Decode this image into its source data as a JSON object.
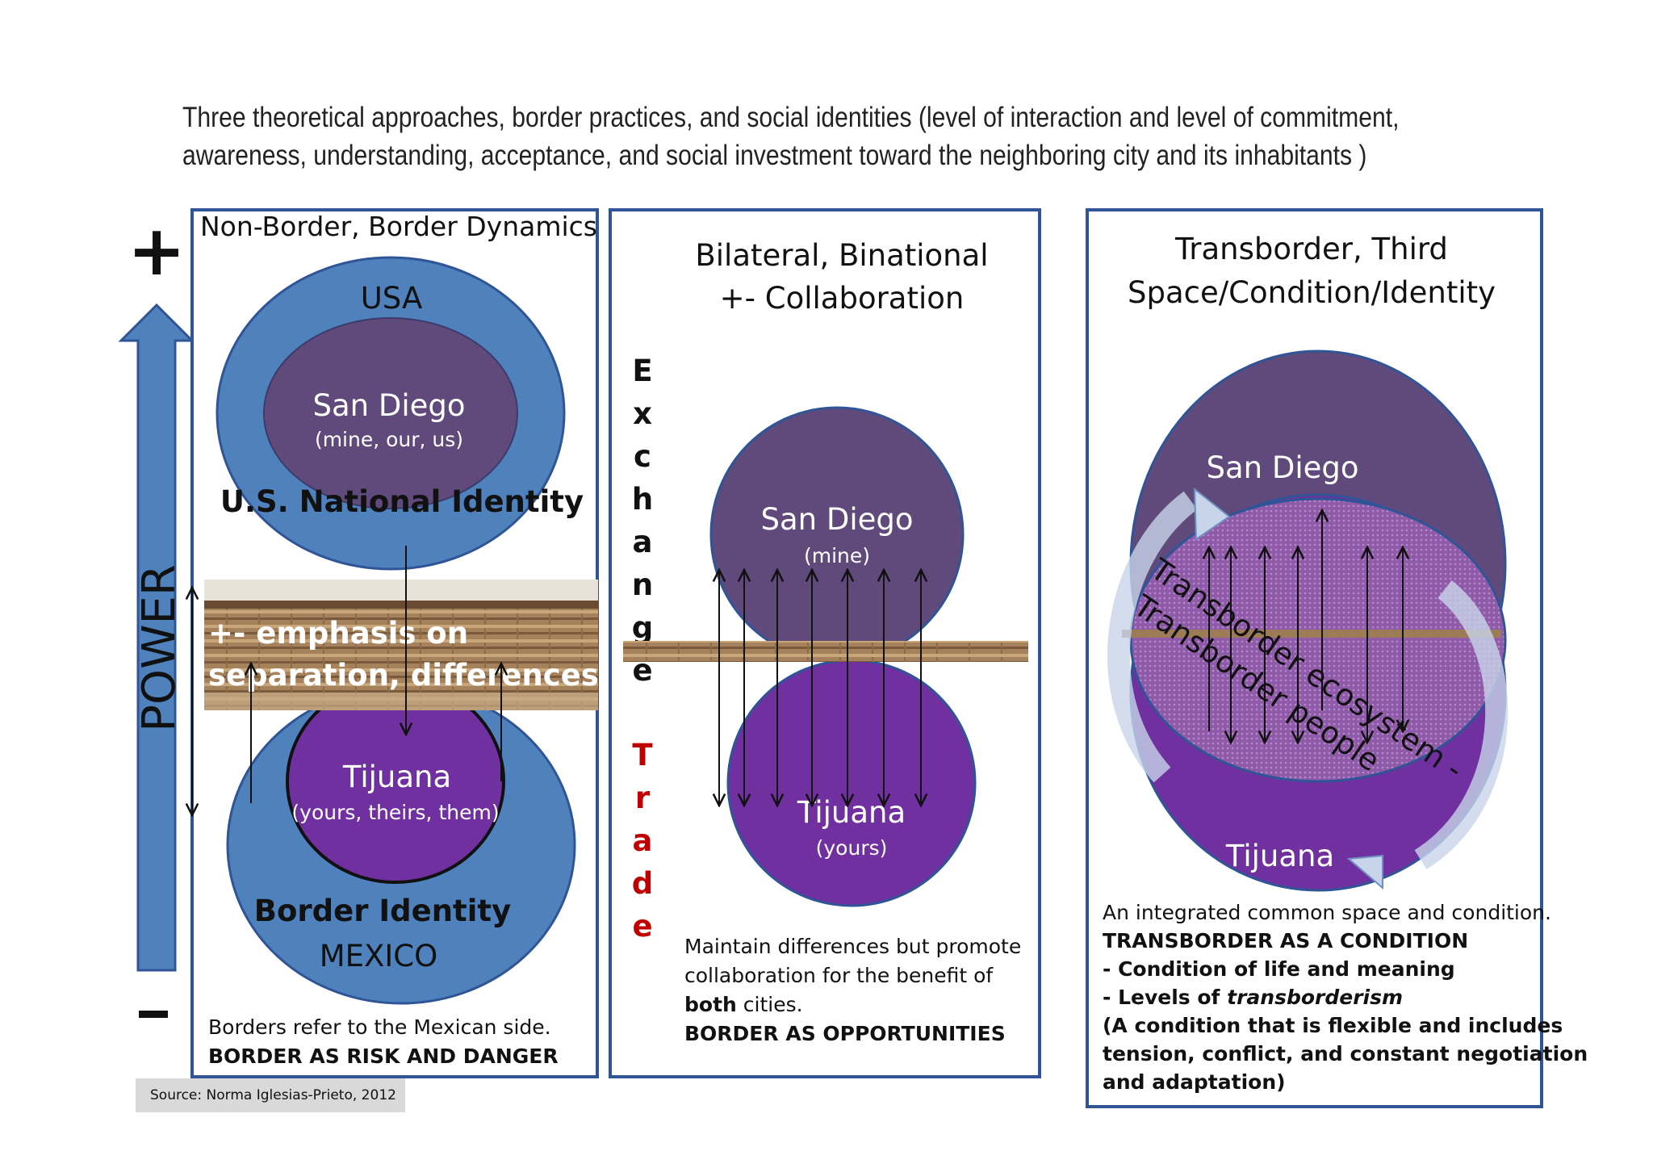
{
  "title": {
    "line1": "Three theoretical approaches, border practices, and social identities (level of interaction and level of commitment,",
    "line2": "awareness, understanding, acceptance, and social investment toward the neighboring city and its inhabitants )"
  },
  "power": {
    "label": "POWER",
    "plus": "+",
    "minus": "-"
  },
  "panel1": {
    "heading": "Non-Border, Border Dynamics",
    "outer_top": "USA",
    "inner_top": "San Diego",
    "inner_top_sub": "(mine, our, us)",
    "national": "U.S. National Identity",
    "band_line1": "+- emphasis on",
    "band_line2": "separation, differences",
    "inner_bottom": "Tijuana",
    "inner_bottom_sub": "(yours, theirs, them)",
    "border_identity": "Border Identity",
    "outer_bottom": "MEXICO",
    "desc1": "Borders refer to the Mexican side.",
    "desc2": "BORDER AS RISK AND DANGER"
  },
  "panel2": {
    "heading1": "Bilateral, Binational",
    "heading2": "+- Collaboration",
    "exchange_letters": [
      "E",
      "x",
      "c",
      "h",
      "a",
      "n",
      "g",
      "e"
    ],
    "trade_letters": [
      "T",
      "r",
      "a",
      "d",
      "e"
    ],
    "top_city": "San Diego",
    "top_sub": "(mine)",
    "bottom_city": "Tijuana",
    "bottom_sub": "(yours)",
    "desc1": "Maintain differences but promote",
    "desc2": "collaboration for the benefit of",
    "desc3_bold": "both",
    "desc3_rest": " cities.",
    "desc4": "BORDER AS OPPORTUNITIES"
  },
  "panel3": {
    "heading1": "Transborder, Third",
    "heading2": "Space/Condition/Identity",
    "top_city": "San Diego",
    "bottom_city": "Tijuana",
    "diag1": "Transborder ecosystem -",
    "diag2": "Transborder people",
    "desc1": "An integrated  common space and condition.",
    "desc2": "TRANSBORDER AS A CONDITION",
    "desc3": "- Condition of life and meaning",
    "desc4_a": "- Levels of ",
    "desc4_b": "transborderism",
    "desc5": "(A condition that is flexible and includes",
    "desc6": "tension, conflict, and constant negotiation",
    "desc7": "and adaptation)"
  },
  "source": "Source: Norma Iglesias-Prieto, 2012",
  "colors": {
    "panel_border": "#2f5597",
    "outer_blue": "#4f81bd",
    "san_diego_purple": "#604a7b",
    "tijuana_purple": "#7030a0",
    "trade_red": "#c00000",
    "fence_brown": "#9c7b57"
  }
}
